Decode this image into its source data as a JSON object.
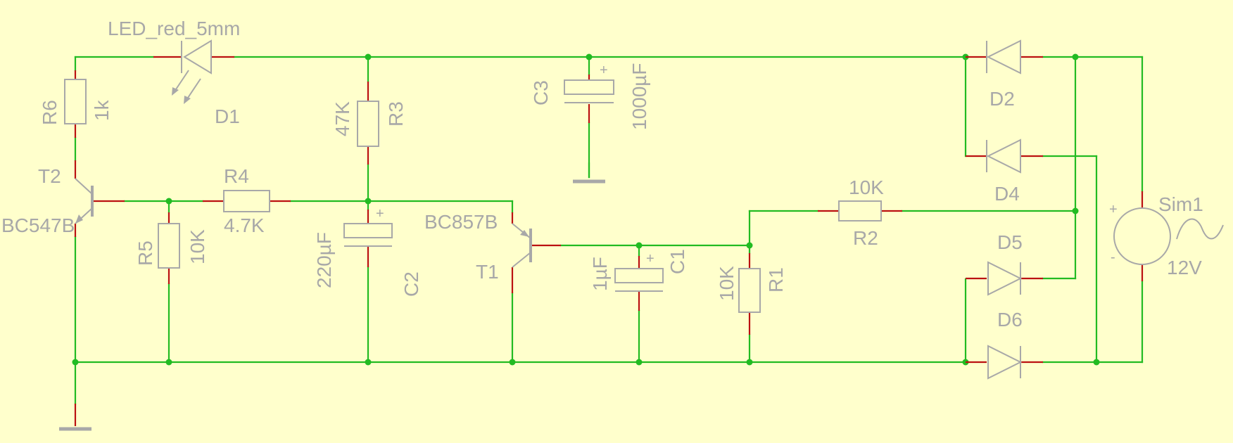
{
  "colors": {
    "background": "#ffffcc",
    "wire": "#22bb22",
    "pin": "#bb1111",
    "component": "#a8a8a8"
  },
  "components": {
    "d1": {
      "value": "LED_red_5mm",
      "ref": "D1"
    },
    "r6": {
      "ref": "R6",
      "value": "1k"
    },
    "r3": {
      "ref": "R3",
      "value": "47K"
    },
    "c3": {
      "ref": "C3",
      "value": "1000µF",
      "polarity": "+"
    },
    "t2": {
      "ref": "T2",
      "value": "BC547B"
    },
    "r4": {
      "ref": "R4",
      "value": "4.7K"
    },
    "r5": {
      "ref": "R5",
      "value": "10K"
    },
    "c2": {
      "ref": "C2",
      "value": "220µF",
      "polarity": "+"
    },
    "t1": {
      "ref": "T1",
      "value": "BC857B"
    },
    "c1": {
      "ref": "C1",
      "value": "1µF",
      "polarity": "+"
    },
    "r1": {
      "ref": "R1",
      "value": "10K"
    },
    "r2": {
      "ref": "R2",
      "value": "10K"
    },
    "d2": {
      "ref": "D2"
    },
    "d4": {
      "ref": "D4"
    },
    "d5": {
      "ref": "D5"
    },
    "d6": {
      "ref": "D6"
    },
    "sim1": {
      "ref": "Sim1",
      "value": "12V",
      "plus": "+",
      "minus": "-"
    }
  }
}
